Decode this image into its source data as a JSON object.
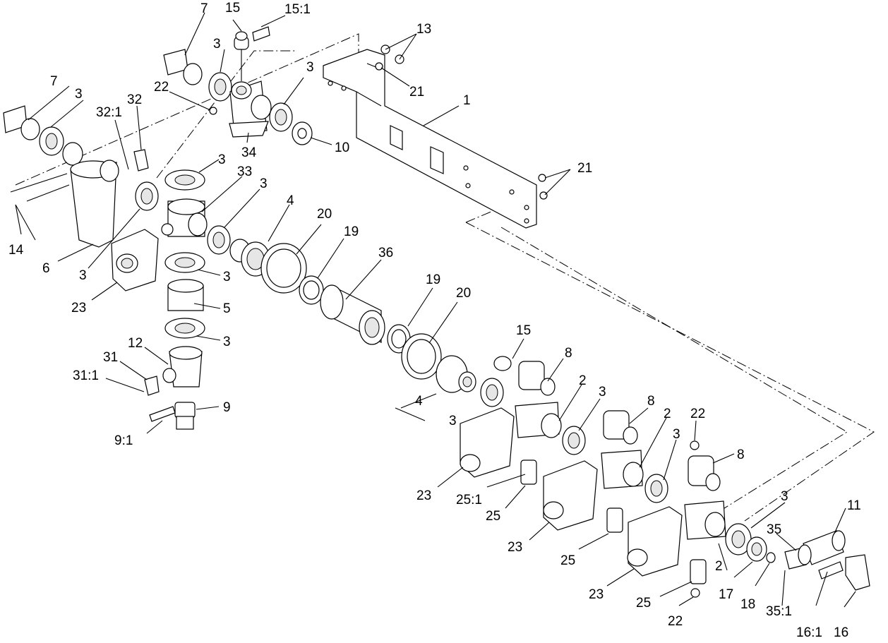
{
  "diagram": {
    "callouts": [
      "1",
      "2",
      "3",
      "4",
      "5",
      "6",
      "7",
      "8",
      "9",
      "9:1",
      "10",
      "11",
      "12",
      "13",
      "14",
      "15",
      "15:1",
      "16",
      "16:1",
      "17",
      "18",
      "19",
      "20",
      "21",
      "22",
      "23",
      "25",
      "25:1",
      "31",
      "31:1",
      "32",
      "32:1",
      "33",
      "34",
      "35",
      "35:1",
      "36"
    ]
  }
}
